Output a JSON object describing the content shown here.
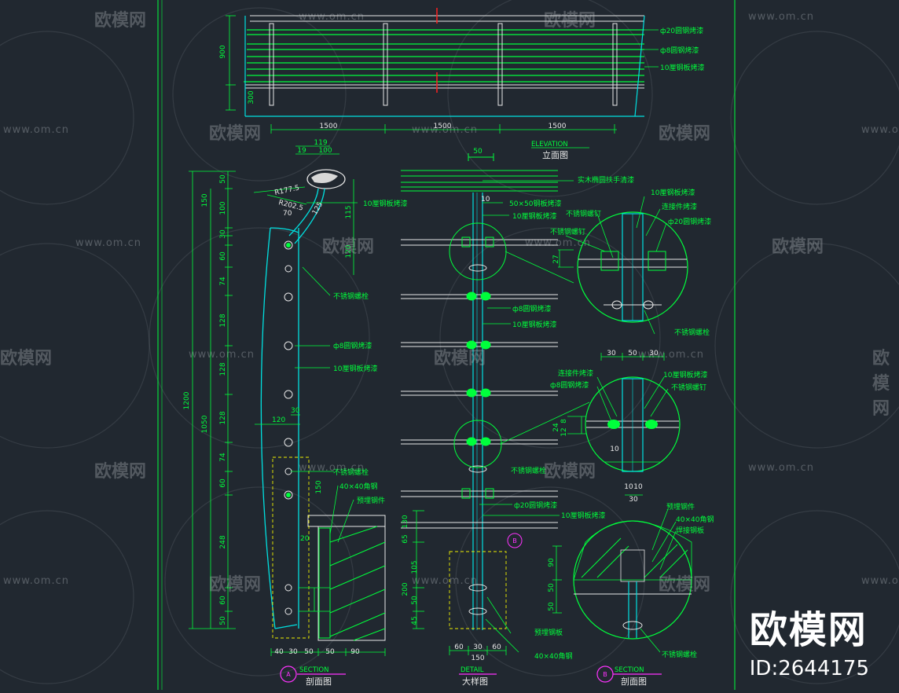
{
  "watermark": {
    "url": "www.om.cn",
    "logo": "欧模网"
  },
  "brand": {
    "logo": "欧模网",
    "id_text": "ID:2644175"
  },
  "elevation": {
    "dims_h": [
      "1500",
      "1500",
      "1500"
    ],
    "dims_v": [
      "900",
      "300"
    ],
    "labels": [
      "ф20圆钢烤漆",
      "ф8圆钢烤漆",
      "10厘钢板烤漆"
    ],
    "title_en": "ELEVATION",
    "title_cn": "立面图"
  },
  "section_a": {
    "top_dims": [
      "119",
      "19",
      "100"
    ],
    "radius_labels": [
      "R177.5",
      "R202.5",
      "70",
      "125"
    ],
    "height_115": "115",
    "height_120": "120",
    "left_dims": [
      "1200",
      "1050"
    ],
    "seg_dims": [
      "150",
      "100",
      "50",
      "30",
      "60",
      "74",
      "128",
      "128",
      "128",
      "74",
      "60",
      "248",
      "60",
      "50"
    ],
    "label_bolt": "不锈钢螺栓",
    "label_rod": "ф8圆钢烤漆",
    "label_plate": "10厘钢板烤漆",
    "label_plate_top": "10厘钢板烤漆",
    "dim_120": "120",
    "dim_30": "30",
    "base_labels": [
      "不锈钢螺栓",
      "40×40角钢",
      "预埋钢件"
    ],
    "base_dims_v": [
      "150",
      "20"
    ],
    "bottom_dims": [
      "40",
      "30",
      "50",
      "50",
      "90"
    ],
    "title_en": "SECTION",
    "title_cn": "剖面图",
    "circle": "A"
  },
  "detail": {
    "top_dim": "50",
    "labels": [
      "实木椭圆扶手清漆",
      "50×50钢板烤漆",
      "10厘钢板烤漆",
      "不锈钢螺钉",
      "ф8圆钢烤漆",
      "10厘钢板烤漆",
      "不锈钢螺栓",
      "ф20圆钢烤漆",
      "10厘钢板烤漆",
      "预埋钢板",
      "40×40角钢"
    ],
    "dim_10": "10",
    "left_dims": [
      "130",
      "65",
      "200",
      "105",
      "50",
      "45"
    ],
    "bottom_dims": [
      "60",
      "30",
      "60",
      "150"
    ],
    "title_en": "DETAIL",
    "title_cn": "大样图",
    "circle": "B"
  },
  "section_b": {
    "labels_top": [
      "10厘钢板烤漆",
      "连接件烤漆",
      "ф20圆钢烤漆",
      "不锈钢螺钉",
      "不锈钢螺栓"
    ],
    "dim_27": "27",
    "dims_30_50": [
      "30",
      "50",
      "30"
    ],
    "labels_mid": [
      "连接件烤漆",
      "ф8圆钢烤漆",
      "10厘钢板烤漆",
      "不锈钢螺钉"
    ],
    "dims_mid_v": [
      "24",
      "8",
      "12"
    ],
    "dims_mid_h": [
      "10",
      "10",
      "10",
      "30"
    ],
    "labels_bot": [
      "预埋钢件",
      "40×40角钢",
      "焊接钢板",
      "不锈钢螺栓"
    ],
    "dims_bot_v": [
      "90",
      "50",
      "50"
    ],
    "title_en": "SECTION",
    "title_cn": "剖面图",
    "circle": "B"
  },
  "colors": {
    "background": "#212830",
    "green": "#00ff3c",
    "cyan": "#00e0e0",
    "white": "#e8e8e8",
    "magenta": "#ff33ff",
    "red": "#ff2020",
    "yellow": "#f0f000"
  }
}
